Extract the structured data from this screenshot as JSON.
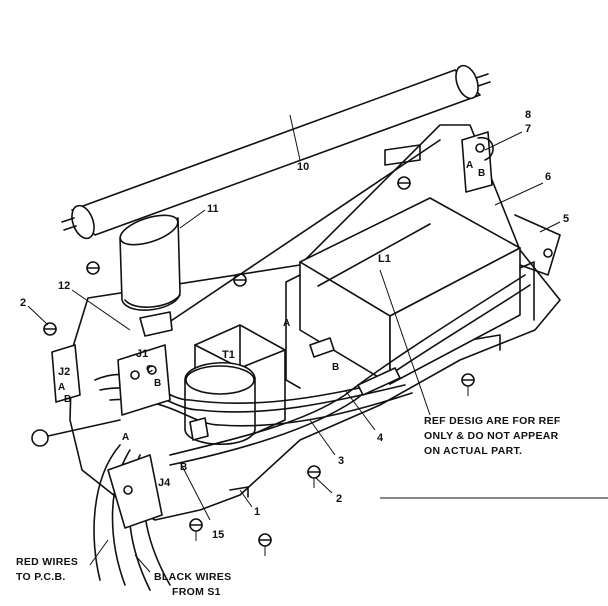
{
  "callouts": {
    "c1": "1",
    "c2a": "2",
    "c2b": "2",
    "c3": "3",
    "c4": "4",
    "c5": "5",
    "c6": "6",
    "c7": "7",
    "c8": "8",
    "c10": "10",
    "c11": "11",
    "c12": "12",
    "c15": "15",
    "t1": "T1",
    "l1": "L1",
    "j1": "J1",
    "j2": "J2",
    "j4": "J4",
    "a1": "A",
    "a2": "A",
    "a3": "A",
    "a4": "A",
    "b1": "B",
    "b2": "B",
    "b3": "B",
    "b4": "B",
    "b5": "B",
    "cc": "C"
  },
  "note": {
    "line1": "REF DESIG ARE FOR REF",
    "line2": "ONLY & DO NOT APPEAR",
    "line3": "ON ACTUAL PART."
  },
  "wires": {
    "red_line1": "RED WIRES",
    "red_line2": "TO P.C.B.",
    "black_line1": "BLACK WIRES",
    "black_line2": "FROM S1"
  }
}
